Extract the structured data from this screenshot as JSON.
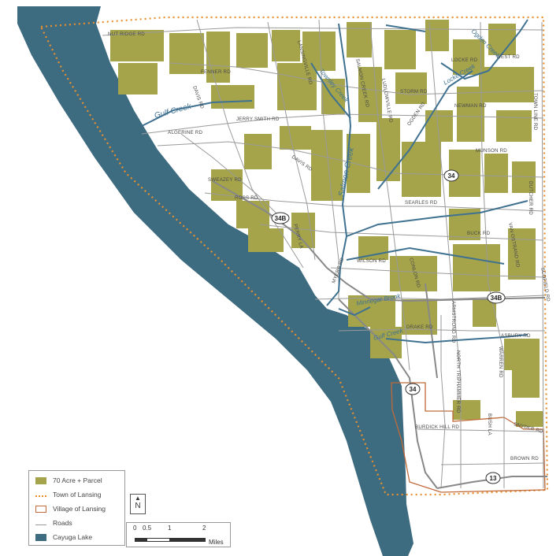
{
  "colors": {
    "lake": "#3d6b80",
    "parcel": "#a5a44a",
    "town_boundary": "#e8902e",
    "village_boundary": "#c06a3a",
    "road": "#9a9a9a",
    "road_major": "#888888",
    "creek": "#3f7191"
  },
  "roads": [
    "NUT RIDGE RD",
    "FENNER RD",
    "DAVIS RD",
    "LANSINGVILLE RD",
    "SALMON CREEK RD",
    "LUDLOWVILLE RD",
    "LOCKE RD",
    "WEST RD",
    "TOWN LINE RD",
    "STORM RD",
    "NEWMAN RD",
    "JERRY SMITH RD",
    "ALGERINE RD",
    "OGDEN RD",
    "MUNSON RD",
    "DAVIS RD",
    "SWEAZEY RD",
    "ROSS RD",
    "SEARLES RD",
    "DUTCHER RD",
    "BUCK RD",
    "VAN OSTRAND RD",
    "SCOFIELD RD",
    "WILSON RD",
    "CONLON RD",
    "PERRY LA",
    "MYERS RD",
    "DRAKE RD",
    "ARMSTRONG RD",
    "ASBURY RD",
    "NORTH TRIPHAMMER RD",
    "WARREN RD",
    "BURDICK HILL RD",
    "BUSH LA",
    "SNYDER RD",
    "BROWN RD"
  ],
  "creeks": [
    "Gulf Creek",
    "Locke Creek",
    "Salmon Creek",
    "Ogden Creek",
    "Townley Creek",
    "Minnegar Brook",
    "Gulf Creek"
  ],
  "route_shields": [
    "34",
    "34B",
    "34",
    "34B",
    "13"
  ],
  "legend": {
    "parcel": "70 Acre + Parcel",
    "town": "Town of Lansing",
    "village": "Village of Lansing",
    "roads": "Roads",
    "lake": "Cayuga Lake"
  },
  "north_label": "N",
  "scale": {
    "ticks": [
      "0",
      "0.5",
      "1",
      "2"
    ],
    "unit": "Miles"
  }
}
